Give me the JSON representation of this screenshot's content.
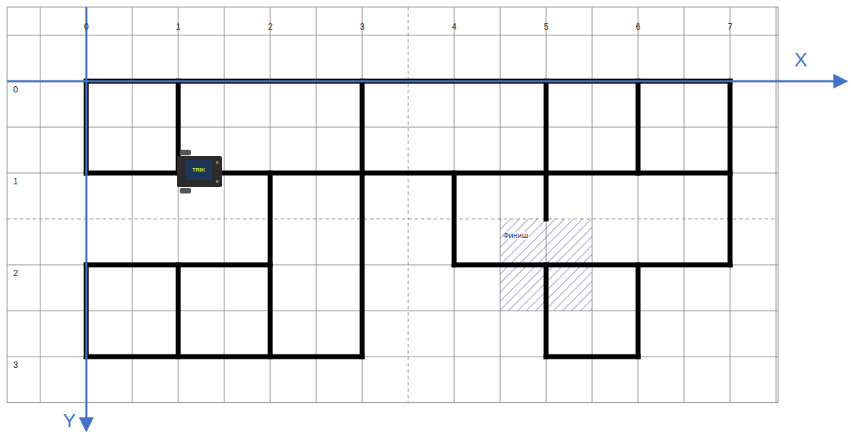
{
  "diagram": {
    "nodes": [
      {
        "text": [
          "Финиш"
        ]
      }
    ],
    "labels": [
      "0",
      "1",
      "2",
      "3",
      "4",
      "5",
      "6",
      "7",
      "0",
      "1",
      "2",
      "3",
      "X",
      "Y",
      "TRIK"
    ]
  }
}
